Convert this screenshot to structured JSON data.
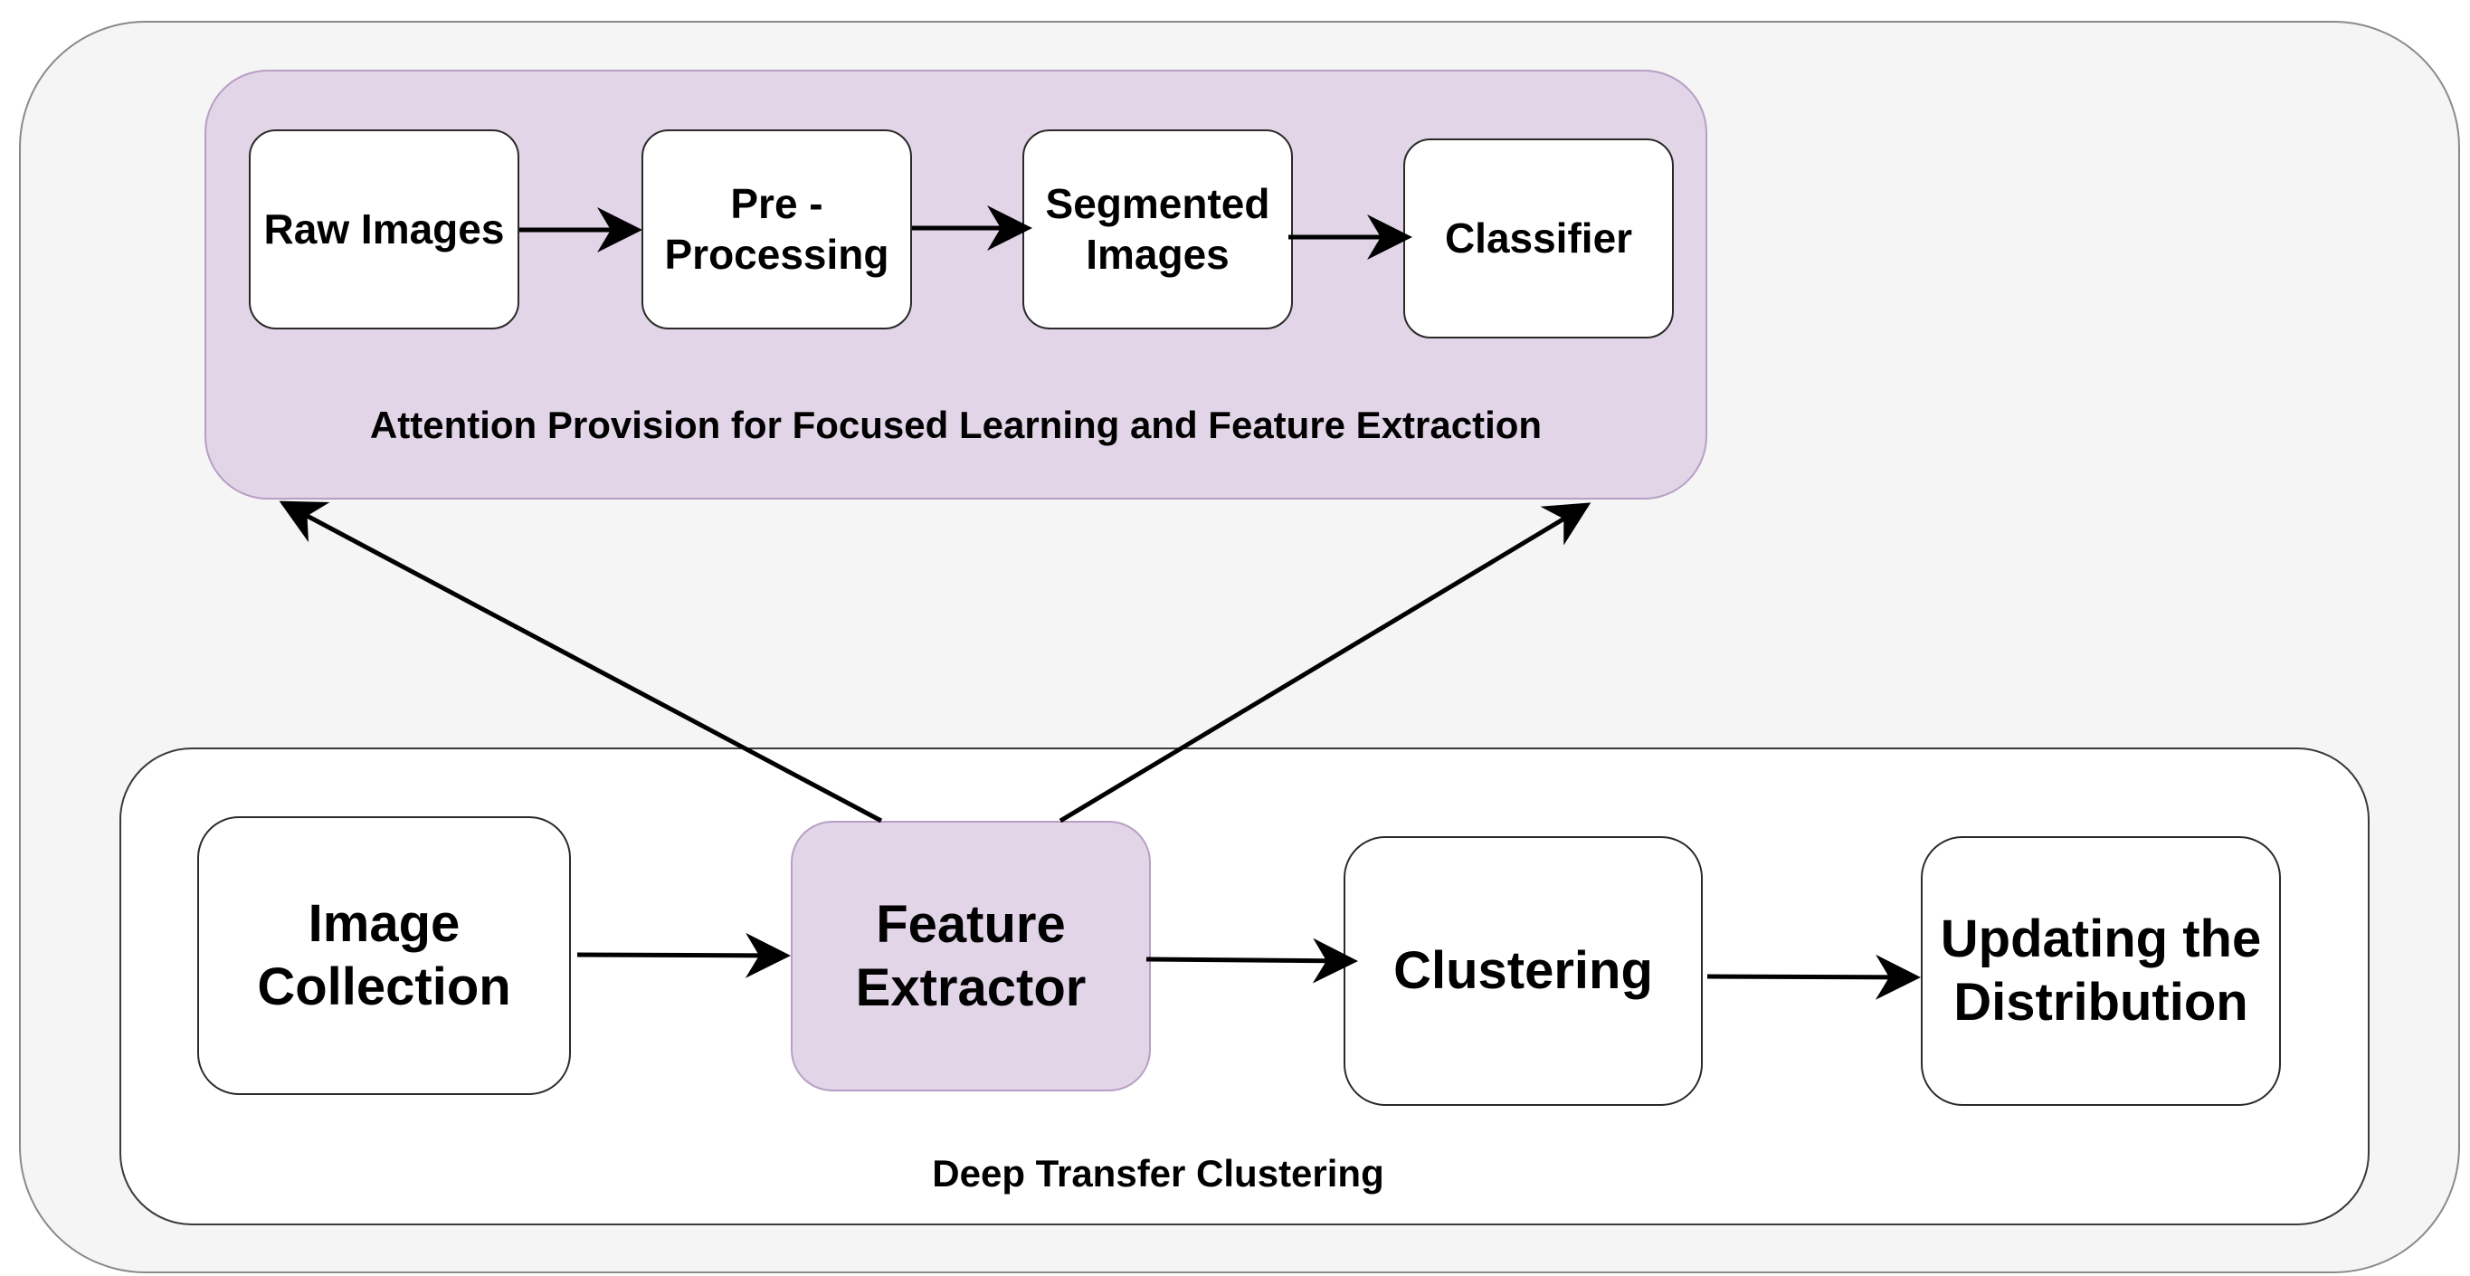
{
  "nodes": {
    "raw_images": "Raw Images",
    "pre_processing": "Pre -\nProcessing",
    "segmented_images": "Segmented\nImages",
    "classifier": "Classifier",
    "image_collection": "Image\nCollection",
    "feature_extractor": "Feature\nExtractor",
    "clustering": "Clustering",
    "updating_distribution": "Updating the\nDistribution"
  },
  "groups": {
    "attention": "Attention Provision for Focused Learning and Feature Extraction",
    "deep_transfer": "Deep Transfer Clustering"
  },
  "edges": [
    {
      "from": "raw_images",
      "to": "pre_processing"
    },
    {
      "from": "pre_processing",
      "to": "segmented_images"
    },
    {
      "from": "segmented_images",
      "to": "classifier"
    },
    {
      "from": "image_collection",
      "to": "feature_extractor"
    },
    {
      "from": "feature_extractor",
      "to": "clustering"
    },
    {
      "from": "clustering",
      "to": "updating_distribution"
    },
    {
      "from": "feature_extractor",
      "to": "attention"
    },
    {
      "from": "feature_extractor",
      "to": "attention"
    }
  ],
  "colors": {
    "group_fill": "#e1d5e7",
    "background": "#f5f5f5",
    "edge": "#000000"
  }
}
